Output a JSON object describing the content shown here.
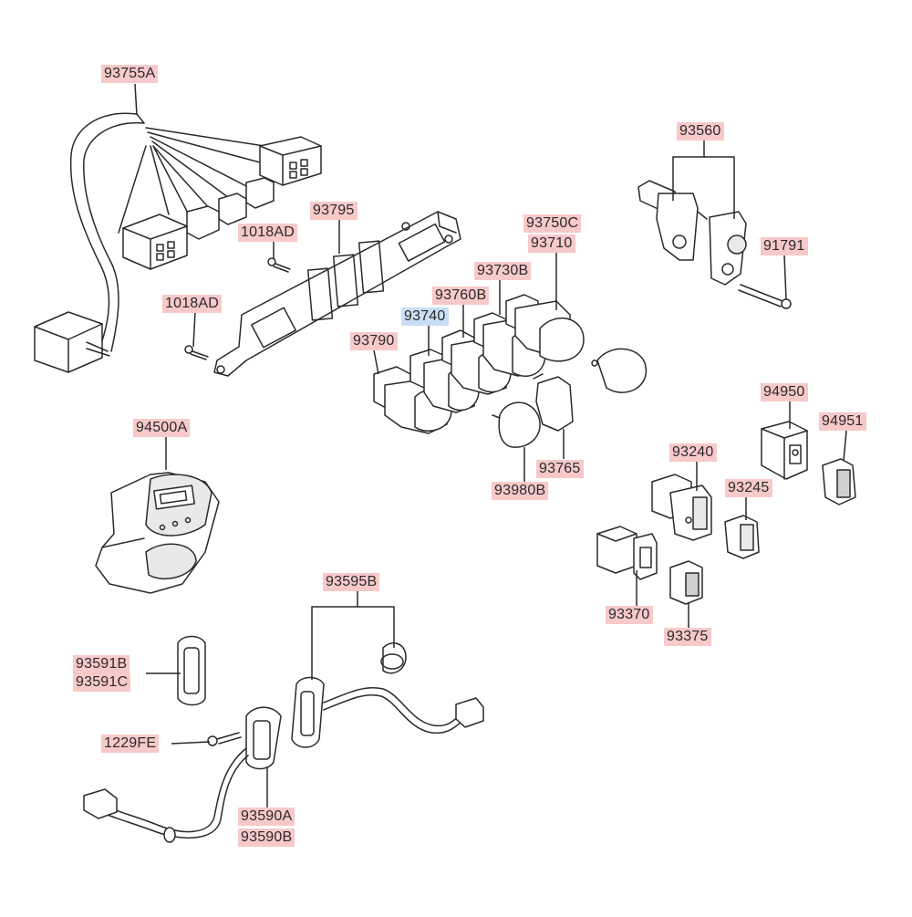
{
  "diagram": {
    "callouts": {
      "93755A": "93755A",
      "93795": "93795",
      "1018AD_upper": "1018AD",
      "1018AD_lower": "1018AD",
      "93560": "93560",
      "91791": "91791",
      "93750C": "93750C",
      "93710": "93710",
      "93730B": "93730B",
      "93760B": "93760B",
      "93740": "93740",
      "93790": "93790",
      "93765": "93765",
      "93980B": "93980B",
      "94500A": "94500A",
      "94950": "94950",
      "94951": "94951",
      "93240": "93240",
      "93245": "93245",
      "93370": "93370",
      "93375": "93375",
      "93595B": "93595B",
      "93591B": "93591B",
      "93591C": "93591C",
      "1229FE": "1229FE",
      "93590A": "93590A",
      "93590B": "93590B"
    },
    "selected_part": "93740",
    "colors": {
      "label_background": "#f7c9c9",
      "selected_label_background": "#c9def5",
      "line": "#2a2a2a"
    }
  }
}
